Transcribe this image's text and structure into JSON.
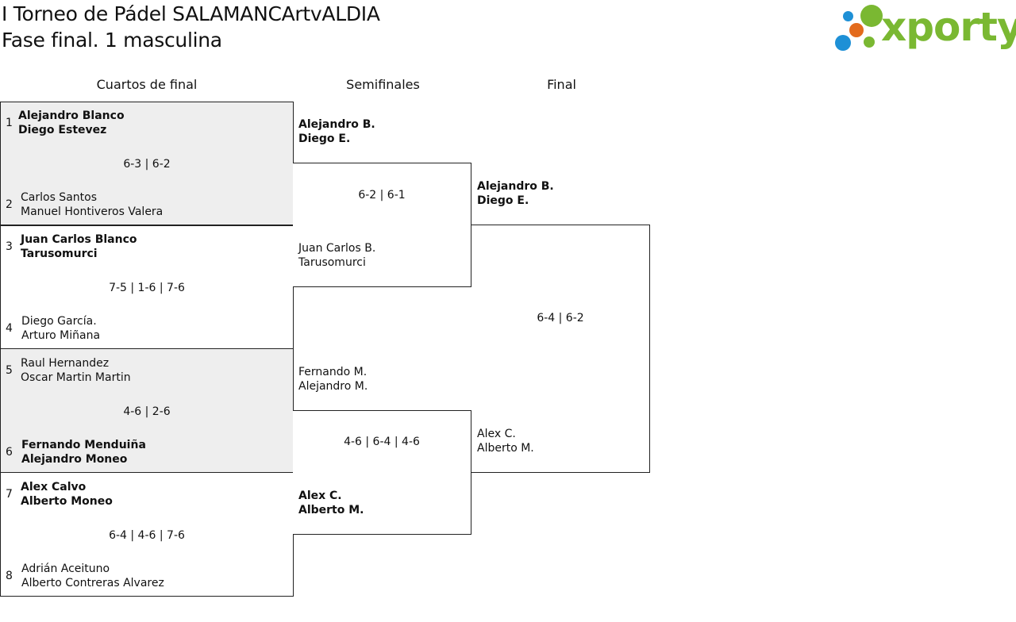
{
  "header": {
    "title_line1": "I Torneo de Pádel SALAMANCArtvALDIA",
    "title_line2": "Fase final. 1 masculina"
  },
  "logo": {
    "text": "xporty",
    "icon": "xporty-dots-logo-icon",
    "colors": {
      "green": "#7ab832",
      "blue": "#1e90d6",
      "orange": "#e36b1d"
    }
  },
  "rounds": {
    "quarterfinals": "Cuartos de final",
    "semifinals": "Semifinales",
    "final": "Final"
  },
  "quarterfinals": [
    {
      "score": "6-3 | 6-2",
      "top": {
        "seed": "1",
        "line1": "Alejandro Blanco",
        "line2": "Diego Estevez"
      },
      "bottom": {
        "seed": "2",
        "line1": "Carlos Santos",
        "line2": "Manuel Hontiveros Valera"
      }
    },
    {
      "score": "7-5 | 1-6 | 7-6",
      "top": {
        "seed": "3",
        "line1": "Juan Carlos Blanco",
        "line2": "Tarusomurci"
      },
      "bottom": {
        "seed": "4",
        "line1": "Diego García.",
        "line2": "Arturo Miñana"
      }
    },
    {
      "score": "4-6 | 2-6",
      "top": {
        "seed": "5",
        "line1": "Raul Hernandez",
        "line2": "Oscar Martin Martin"
      },
      "bottom": {
        "seed": "6",
        "line1": "Fernando Menduiña",
        "line2": "Alejandro Moneo"
      }
    },
    {
      "score": "6-4 | 4-6 | 7-6",
      "top": {
        "seed": "7",
        "line1": "Alex Calvo",
        "line2": "Alberto Moneo"
      },
      "bottom": {
        "seed": "8",
        "line1": "Adrián Aceituno",
        "line2": "Alberto Contreras Alvarez"
      }
    }
  ],
  "semifinals": [
    {
      "score": "6-2 | 6-1",
      "top": {
        "line1": "Alejandro B.",
        "line2": "Diego E."
      },
      "bottom": {
        "line1": "Juan Carlos B.",
        "line2": "Tarusomurci"
      }
    },
    {
      "score": "4-6 | 6-4 | 4-6",
      "top": {
        "line1": "Fernando M.",
        "line2": "Alejandro M."
      },
      "bottom": {
        "line1": "Alex C.",
        "line2": "Alberto M."
      }
    }
  ],
  "final": {
    "score": "6-4 | 6-2",
    "top": {
      "line1": "Alejandro B.",
      "line2": "Diego E."
    },
    "bottom": {
      "line1": "Alex C.",
      "line2": "Alberto M."
    }
  }
}
